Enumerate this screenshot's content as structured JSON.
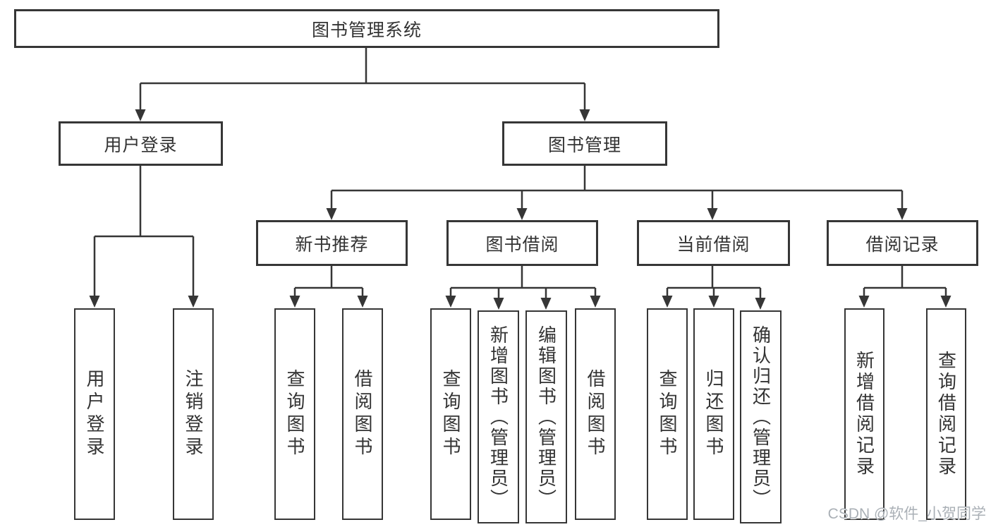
{
  "tree": {
    "root": "图书管理系统",
    "branches": [
      {
        "label": "用户登录",
        "children": [
          "用户登录",
          "注销登录"
        ]
      },
      {
        "label": "图书管理",
        "groups": [
          {
            "label": "新书推荐",
            "children": [
              "查询图书",
              "借阅图书"
            ]
          },
          {
            "label": "图书借阅",
            "children": [
              "查询图书",
              "新增图书（管理员）",
              "编辑图书（管理员）",
              "借阅图书"
            ]
          },
          {
            "label": "当前借阅",
            "children": [
              "查询图书",
              "归还图书",
              "确认归还（管理员）"
            ]
          },
          {
            "label": "借阅记录",
            "children": [
              "新增借阅记录",
              "查询借阅记录"
            ]
          }
        ]
      }
    ]
  },
  "watermark": {
    "text": "CSDN @软件_小贺同学"
  },
  "colors": {
    "line": "#363636",
    "text": "#333333",
    "watermark": "#aab0b6",
    "background": "#ffffff"
  }
}
